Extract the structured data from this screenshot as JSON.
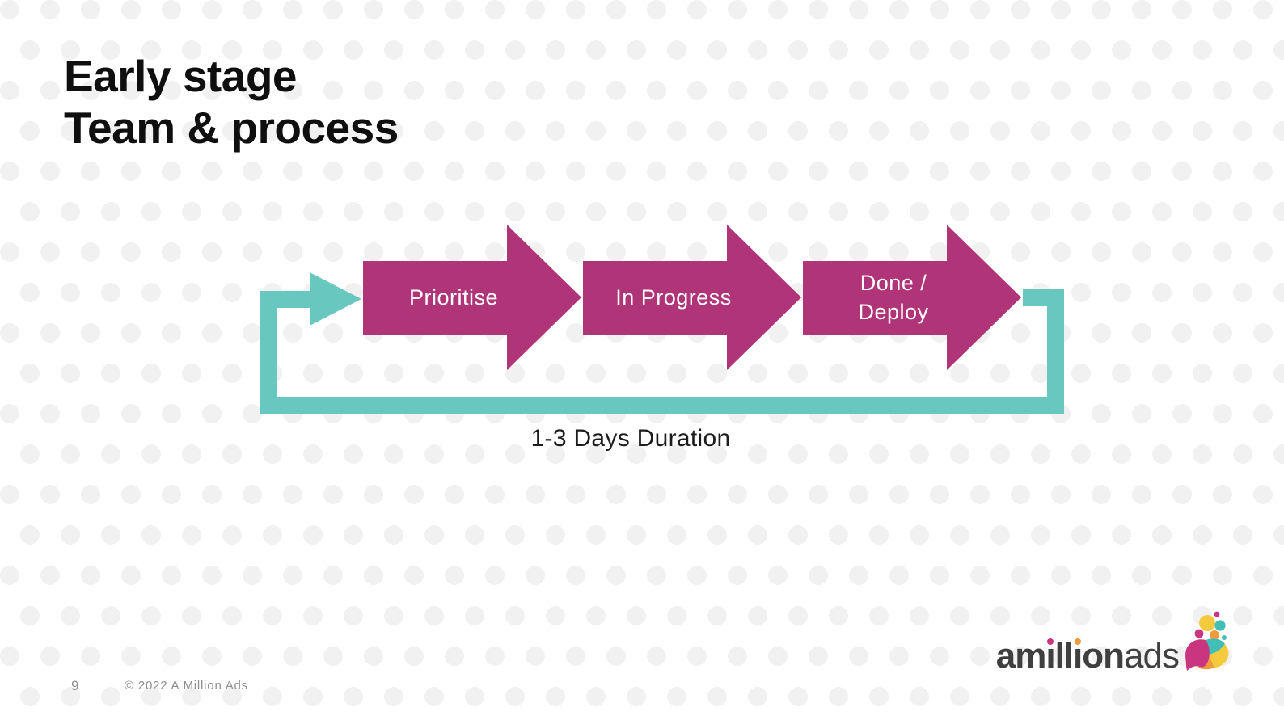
{
  "slide": {
    "title": "Early stage\nTeam & process",
    "page_number": "9",
    "copyright": "© 2022 A Million Ads"
  },
  "diagram": {
    "steps": [
      {
        "label": "Prioritise"
      },
      {
        "label": "In Progress"
      },
      {
        "label": "Done /\nDeploy"
      }
    ],
    "loop_label": "1-3 Days Duration",
    "colors": {
      "arrow": "#af3578",
      "loop": "#68c8c0"
    }
  },
  "logo": {
    "word_parts": {
      "p1": "am",
      "i1": "ı",
      "p2": "ll",
      "i2": "ı",
      "p3": "on",
      "suffix": "ads"
    },
    "colors": {
      "text": "#3f3f3f",
      "pink": "#c9357f",
      "orange": "#f09a3c",
      "teal": "#3fbfb5",
      "yellow": "#f6ca3d"
    }
  }
}
